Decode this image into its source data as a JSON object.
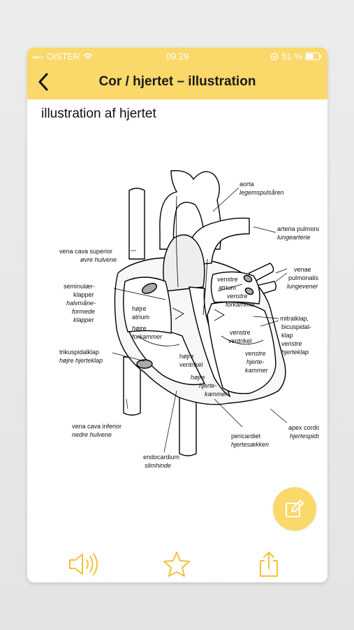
{
  "status_bar": {
    "carrier": "OiSTER",
    "time": "09.29",
    "battery": "51 %"
  },
  "nav": {
    "title": "Cor / hjertet – illustration"
  },
  "content": {
    "heading": "illustration af hjertet"
  },
  "labels": {
    "aorta": "aorta",
    "aorta_da": "legemspulsåren",
    "art_pulm": "arteria pulmonalis",
    "art_pulm_da": "lungearterie",
    "vcs": "vena cava superior",
    "vcs_da": "øvre hulvene",
    "venae": "venae",
    "pulmonalis": "pulmonalis",
    "lungevener": "lungevener",
    "semi1": "seminulær-",
    "semi2": "klapper",
    "halv1": "halvmåne-",
    "halv2": "formede",
    "halv3": "klapper",
    "venstre_atrium1": "venstre",
    "venstre_atrium2": "atrium",
    "venstre_fork1": "venstre",
    "venstre_fork2": "forkammer",
    "hoejre_atrium1": "højre",
    "hoejre_atrium2": "atrium",
    "hoejre_fork1": "højre",
    "hoejre_fork2": "forkammer",
    "mitral1": "mitralklap,",
    "mitral2": "bicuspidal-",
    "mitral3": "klap",
    "mitral4": "venstre",
    "mitral5": "hjerteklap",
    "venstre_ventrikel1": "venstre",
    "venstre_ventrikel2": "ventrikel",
    "venstre_hk1": "venstre",
    "venstre_hk2": "hjerte-",
    "venstre_hk3": "kammer",
    "triku": "trikuspidalklap",
    "triku_da": "højre hjerteklap",
    "hoejre_ventrikel1": "højre",
    "hoejre_ventrikel2": "ventrikel",
    "hoejre_hk1": "højre",
    "hoejre_hk2": "hjerte-",
    "hoejre_hk3": "kammer",
    "vci": "vena cava inferior",
    "vci_da": "nedre hulvene",
    "apex": "apex cordis",
    "apex_da": "hjertespidsen",
    "peri": "pericardiet",
    "peri_da": "hjertesækken",
    "endo": "endocardium",
    "endo_da": "slimhinde"
  },
  "toolbar": {
    "sound": "speaker-icon",
    "favorite": "star-icon",
    "share": "share-icon",
    "edit": "edit-icon"
  },
  "colors": {
    "accent": "#fad86a",
    "icon": "#f2c23a"
  }
}
